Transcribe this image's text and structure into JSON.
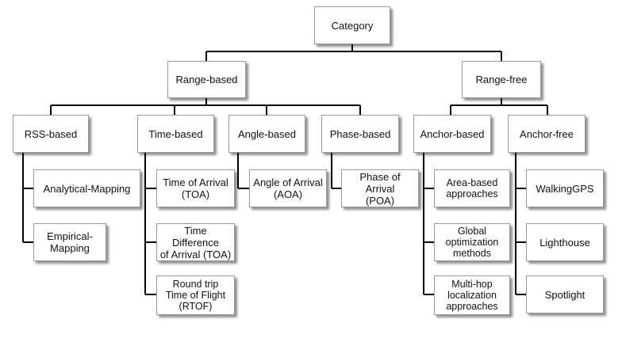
{
  "root": "Category",
  "level1": {
    "range_based": "Range-based",
    "range_free": "Range-free"
  },
  "level2": {
    "rss_based": "RSS-based",
    "time_based": "Time-based",
    "angle_based": "Angle-based",
    "phase_based": "Phase-based",
    "anchor_based": "Anchor-based",
    "anchor_free": "Anchor-free"
  },
  "rss_children": [
    "Analytical-Mapping",
    "Empirical-\nMapping"
  ],
  "time_children": [
    "Time of Arrival\n(TOA)",
    "Time Difference\nof Arrival (TOA)",
    "Round trip\nTime of Flight\n(RTOF)"
  ],
  "angle_children": [
    "Angle of Arrival\n(AOA)"
  ],
  "phase_children": [
    "Phase of Arrival\n(POA)"
  ],
  "anchor_based_children": [
    "Area-based\napproaches",
    "Global\noptimization\nmethods",
    "Multi-hop\nlocalization\napproaches"
  ],
  "anchor_free_children": [
    "WalkingGPS",
    "Lighthouse",
    "Spotlight"
  ],
  "colors": {
    "line": "#000000",
    "border": "#9a9a9a",
    "text": "#111111"
  }
}
